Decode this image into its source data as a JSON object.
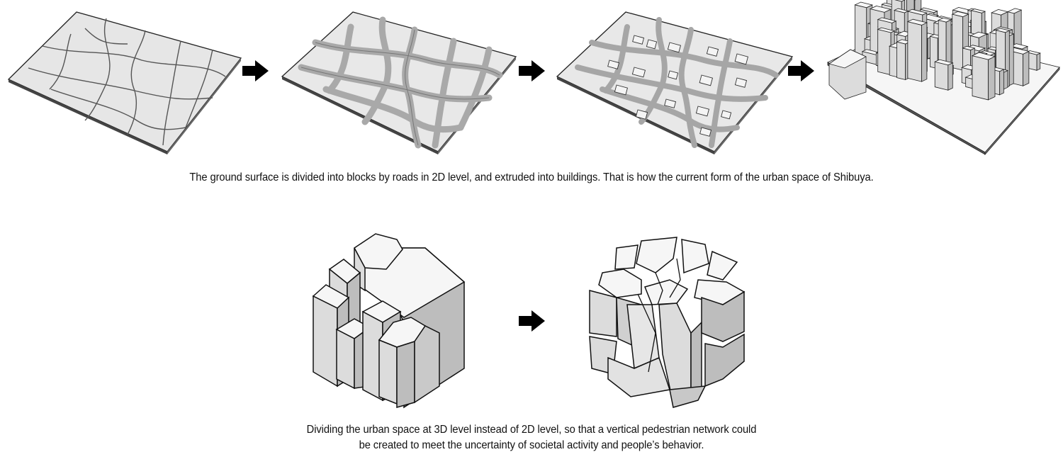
{
  "diagram": {
    "steps_top": [
      {
        "id": "ground-surface",
        "label": ""
      },
      {
        "id": "road-division",
        "label": ""
      },
      {
        "id": "block-division",
        "label": ""
      },
      {
        "id": "extruded-buildings",
        "label": ""
      }
    ],
    "steps_bottom": [
      {
        "id": "urban-volume-2d",
        "label": ""
      },
      {
        "id": "urban-volume-3d",
        "label": ""
      }
    ],
    "arrow_icon": "right-arrow-icon",
    "colors": {
      "line": "#222222",
      "ground": "#e6e6e6",
      "road": "#a9a9a9",
      "face_top": "#f6f6f6",
      "face_left": "#dcdcdc",
      "face_right": "#bdbdbd"
    }
  },
  "captions": {
    "top": "The ground surface is divided into blocks by roads in 2D level, and extruded into buildings. That is how the current form of the urban space of Shibuya.",
    "bottom_line1": "Dividing the urban space at 3D level instead of 2D level, so that a vertical pedestrian network could",
    "bottom_line2": "be created to meet the uncertainty of societal activity and people’s behavior."
  }
}
